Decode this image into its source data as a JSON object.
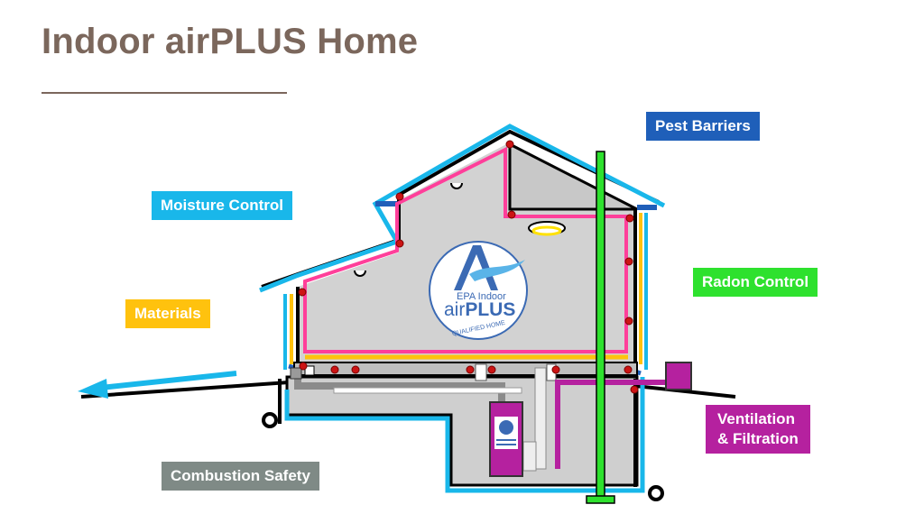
{
  "title": "Indoor airPLUS Home",
  "labels": {
    "pest_barriers": "Pest Barriers",
    "moisture_control": "Moisture Control",
    "radon_control": "Radon Control",
    "materials": "Materials",
    "ventilation_line1": "Ventilation",
    "ventilation_line2": "& Filtration",
    "combustion_safety": "Combustion Safety"
  },
  "logo": {
    "line1": "EPA Indoor",
    "line2_a": "air",
    "line2_b": "PLUS",
    "line3": "QUALIFIED HOME"
  },
  "colors": {
    "title": "#7b675c",
    "pest_barriers": "#1f5fb9",
    "moisture_control": "#19b7ea",
    "radon_control": "#2ee12e",
    "materials": "#ffc20e",
    "ventilation": "#b5219f",
    "combustion_safety": "#7f8a86",
    "air_barrier": "#ff3f9a",
    "seal_points": "#cc1414"
  }
}
